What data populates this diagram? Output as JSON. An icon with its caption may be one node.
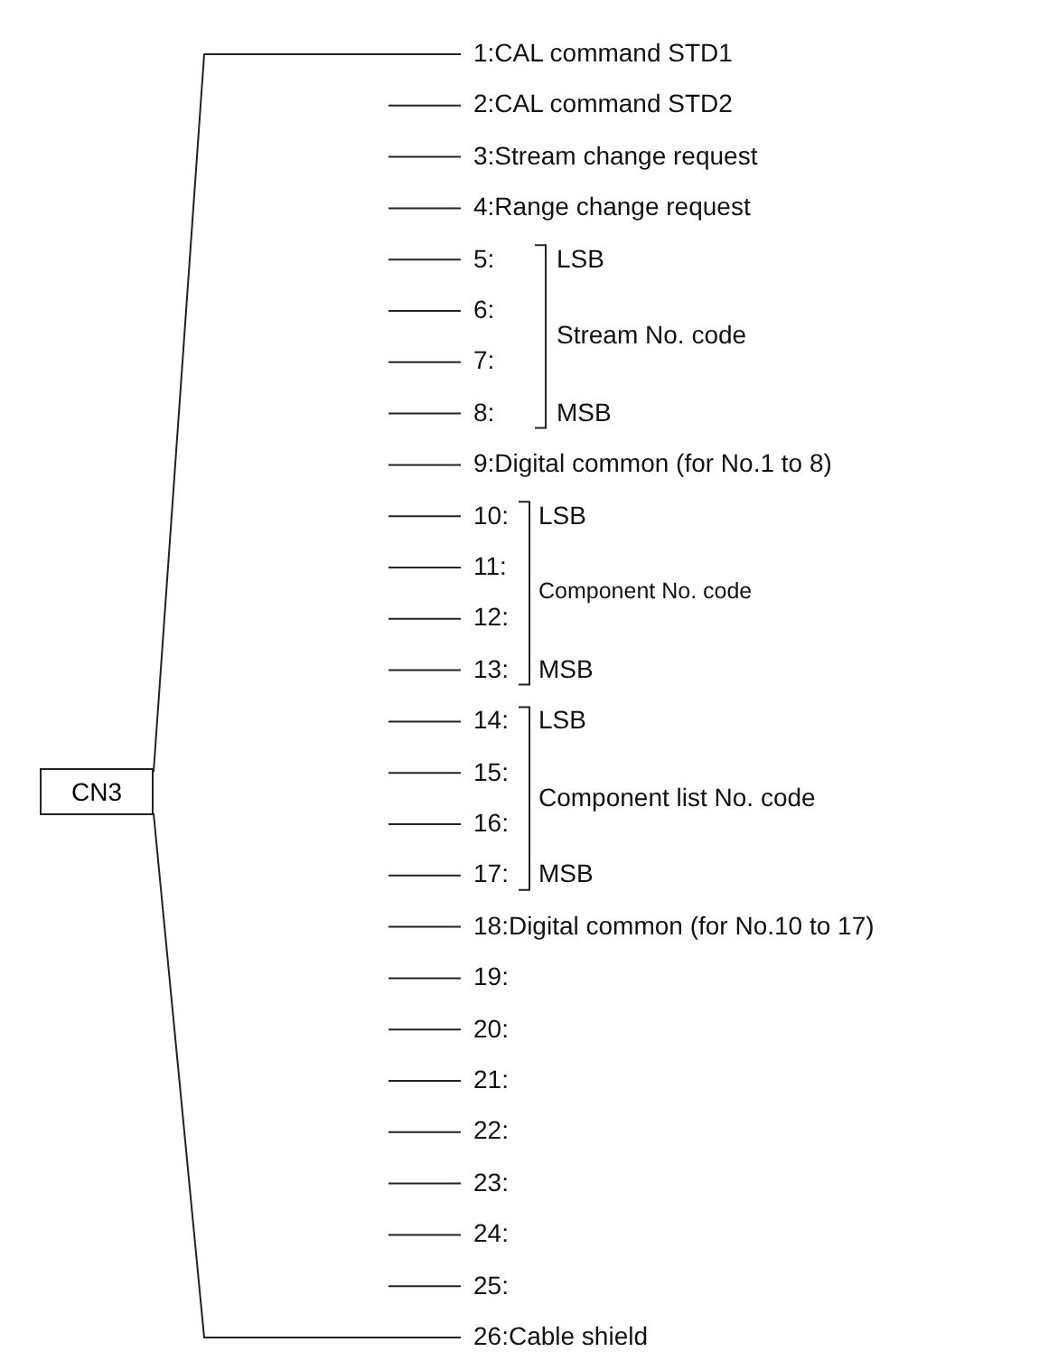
{
  "diagram": {
    "nodes": [
      {
        "text": [
          "CN3"
        ]
      }
    ],
    "labels": [
      "1:CAL command STD1",
      "2:CAL command STD2",
      "3:Stream change request",
      "4:Range change request",
      "5:",
      "LSB",
      "6:",
      "Stream No. code",
      "7:",
      "8:",
      "MSB",
      "9:Digital common (for No.1 to 8)",
      "10:",
      "LSB",
      "11:",
      "12:",
      "Component No. code",
      "13:",
      "MSB",
      "14:",
      "LSB",
      "15:",
      "Component list No. code",
      "16:",
      "17:",
      "MSB",
      "18:Digital common (for No.10 to 17)",
      "19:",
      "20:",
      "21:",
      "22:",
      "23:",
      "24:",
      "25:",
      "26:Cable shield"
    ]
  }
}
